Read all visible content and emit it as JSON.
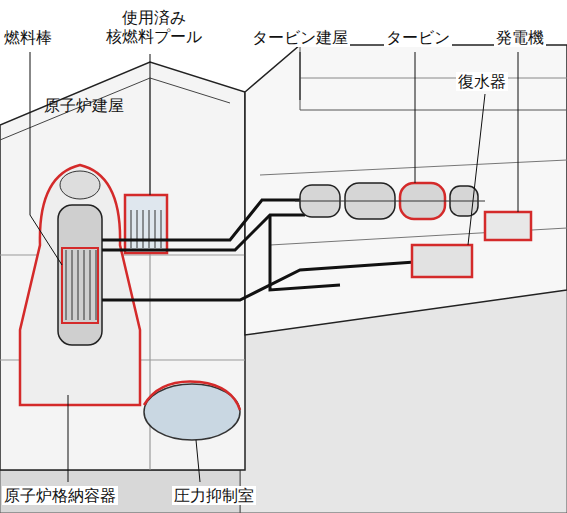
{
  "diagram": {
    "labels": [
      "燃料棒",
      "使用済み 核燃料プール",
      "原子炉建屋",
      "タービン建屋",
      "タービン",
      "発電機",
      "復水器",
      "原子炉格納容器",
      "圧力抑制室"
    ]
  }
}
